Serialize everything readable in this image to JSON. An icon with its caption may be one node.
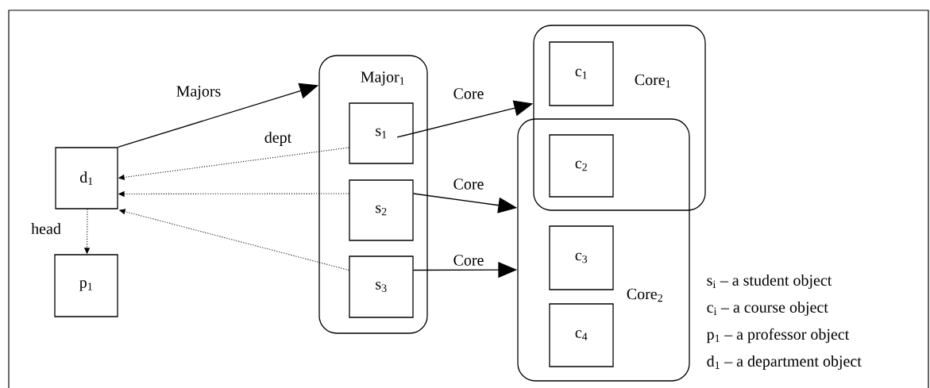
{
  "diagram": {
    "nodes": [
      {
        "text": [
          "d$_{1}$"
        ]
      },
      {
        "text": [
          "p$_{1}$"
        ]
      },
      {
        "text": [
          "Major$_{1}$"
        ]
      },
      {
        "text": [
          "s$_{1}$"
        ],
        "in": 2
      },
      {
        "text": [
          "s$_{2}$"
        ],
        "in": 2
      },
      {
        "text": [
          "s$_{3}$"
        ],
        "in": 2
      },
      {
        "text": [
          "Core$_{1}$"
        ]
      },
      {
        "text": [
          "c$_{1}$"
        ],
        "in": 6
      },
      {
        "text": [
          "c$_{2}$"
        ]
      },
      {
        "text": [
          "Core$_{2}$"
        ]
      },
      {
        "text": [
          "c$_{3}$"
        ],
        "in": 9
      },
      {
        "text": [
          "c$_{4}$"
        ],
        "in": 9
      }
    ],
    "edges": [
      {
        "from": 0,
        "to": 2,
        "arrow": "to",
        "label": "Majors"
      },
      {
        "from": 3,
        "to": 0,
        "arrow": "to",
        "label": "dept",
        "style": "dashed"
      },
      {
        "from": 4,
        "to": 0,
        "arrow": "to",
        "style": "dashed"
      },
      {
        "from": 5,
        "to": 0,
        "arrow": "to",
        "style": "dashed"
      },
      {
        "from": 0,
        "to": 1,
        "arrow": "to",
        "label": "head",
        "style": "dashed"
      },
      {
        "from": 3,
        "to": 6,
        "arrow": "to",
        "label": "Core"
      },
      {
        "from": 4,
        "to": 9,
        "arrow": "to",
        "label": "Core"
      },
      {
        "from": 5,
        "to": 9,
        "arrow": "to",
        "label": "Core"
      }
    ],
    "labels": [
      "s$_{i}$ – a student object",
      "c$_{i}$ – a course object",
      "p$_{1}$ – a professor object",
      "d$_{1}$ – a department object"
    ]
  }
}
